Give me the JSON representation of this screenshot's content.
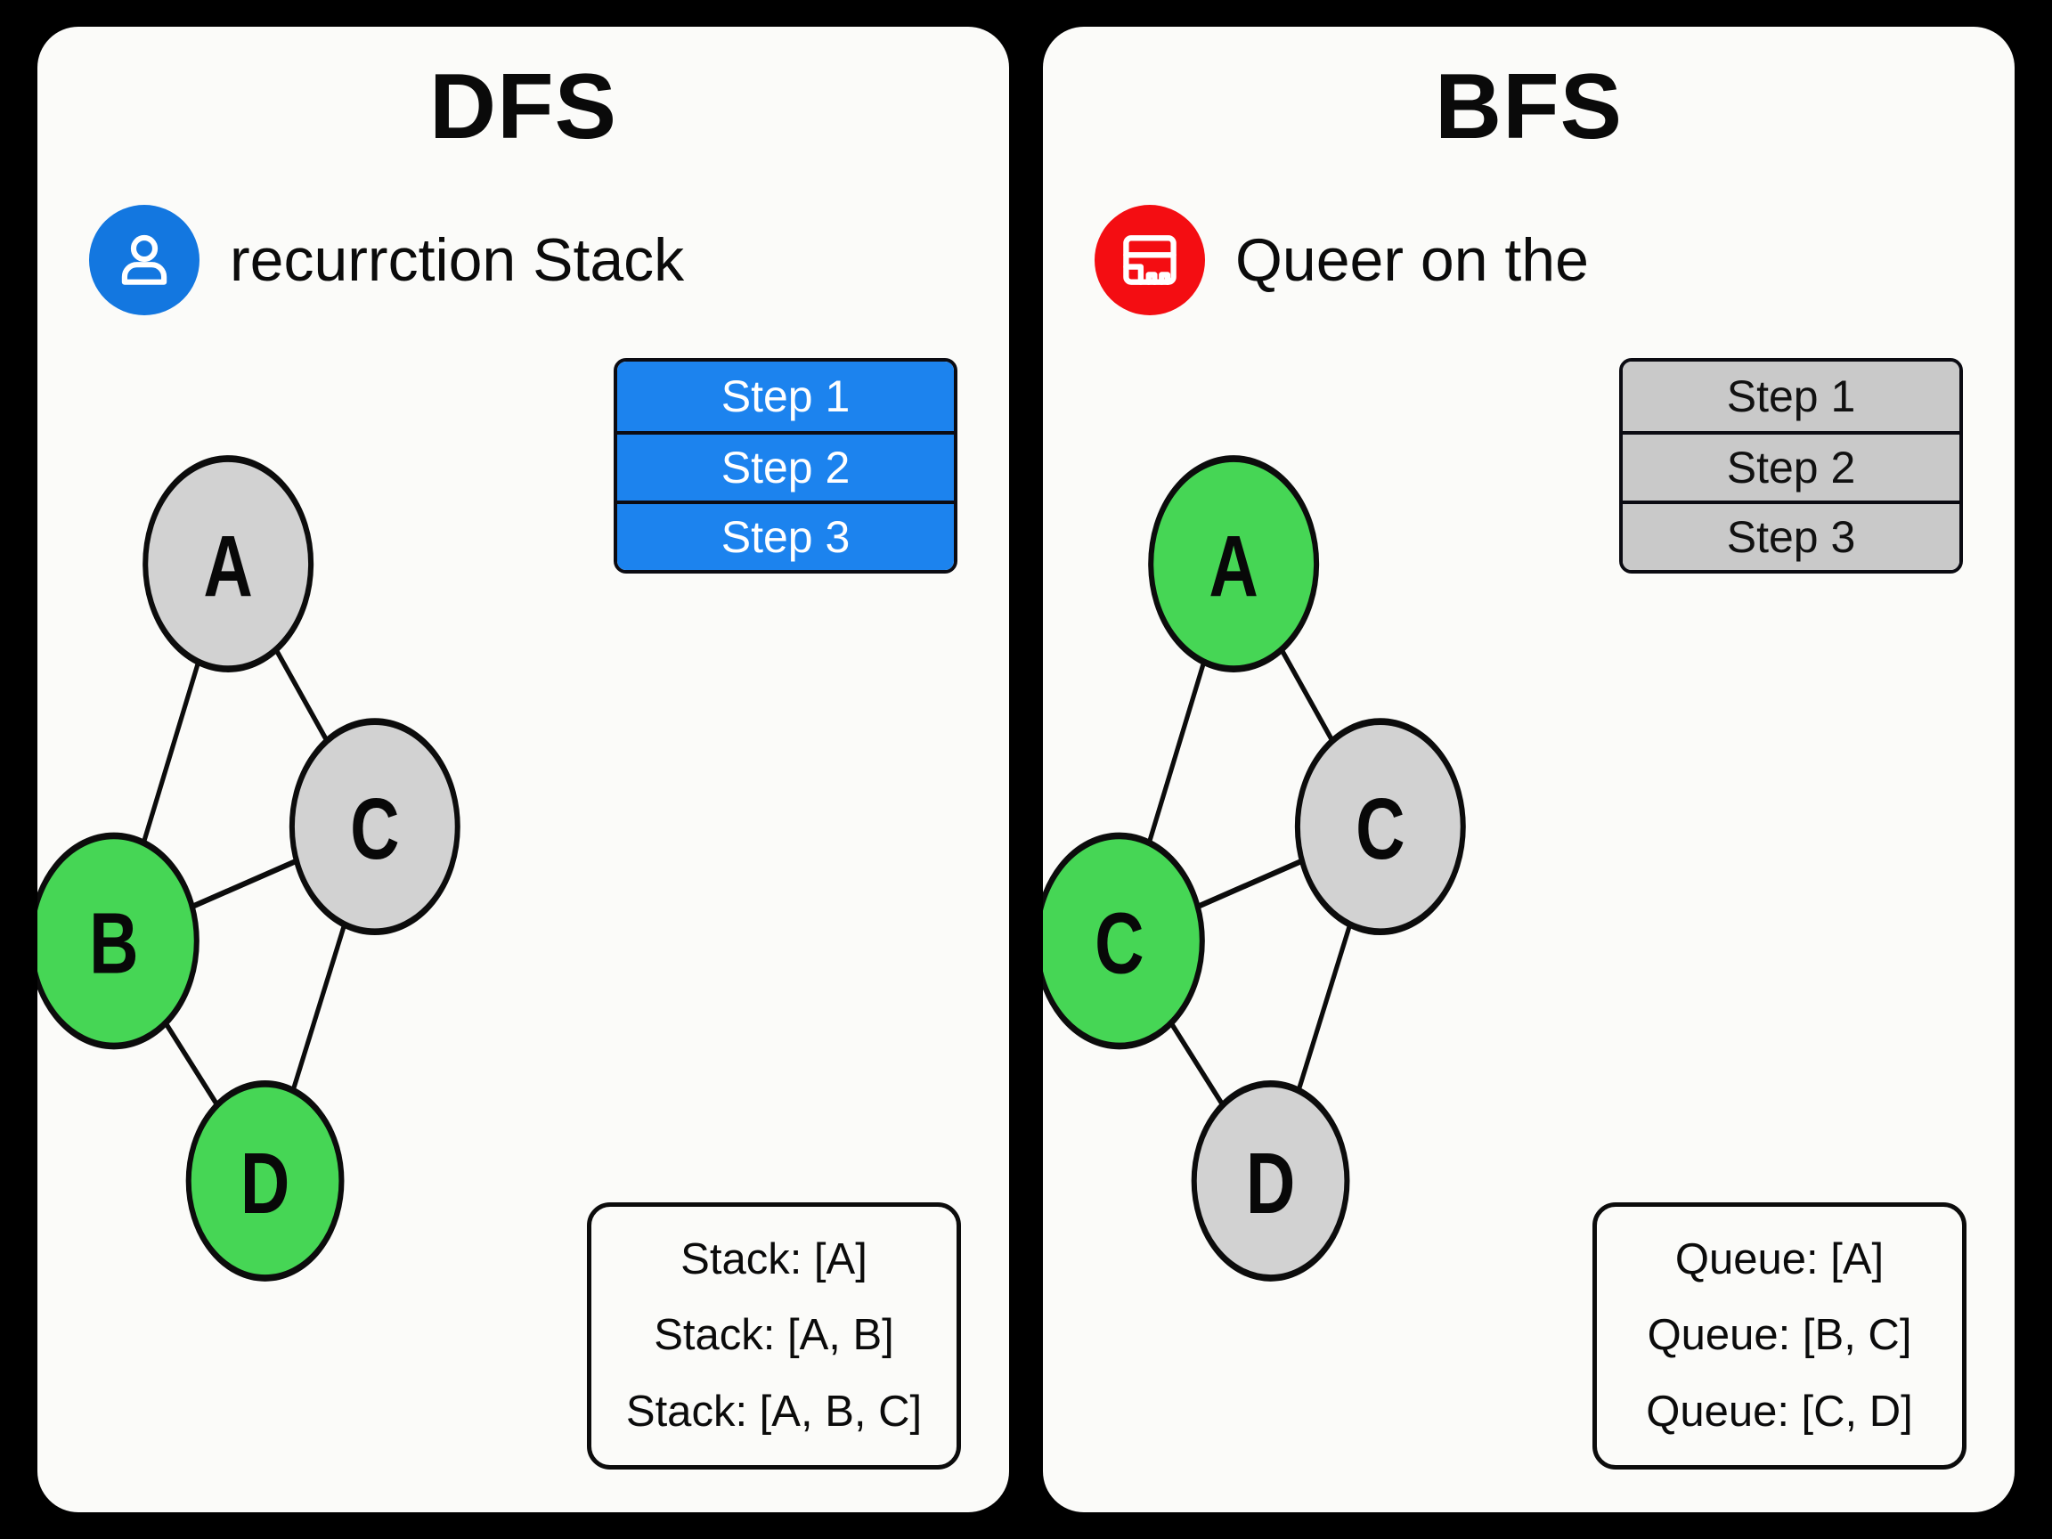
{
  "background_color": "#000000",
  "panels": [
    {
      "key": "dfs",
      "title": "DFS",
      "icon_name": "user-icon",
      "icon_color": "#1377E0",
      "subtitle": "recurrction Stack",
      "steps": {
        "style": "blue",
        "fill_color": "#1C83EE",
        "text_color": "#FFFFFF",
        "rows": [
          "Step 1",
          "Step 2",
          "Step 3"
        ]
      },
      "graph": {
        "nodes": [
          {
            "id": "A",
            "label": "A",
            "state": "unvisited",
            "color": "#D2D2D2"
          },
          {
            "id": "B",
            "label": "B",
            "state": "visited",
            "color": "#46D655"
          },
          {
            "id": "C",
            "label": "C",
            "state": "unvisited",
            "color": "#D2D2D2"
          },
          {
            "id": "D",
            "label": "D",
            "state": "visited",
            "color": "#46D655"
          }
        ],
        "edges": [
          [
            "A",
            "B"
          ],
          [
            "A",
            "C"
          ],
          [
            "B",
            "C"
          ],
          [
            "B",
            "D"
          ],
          [
            "C",
            "D"
          ]
        ]
      },
      "legend": {
        "lines": [
          "Stack: [A]",
          "Stack: [A, B]",
          "Stack: [A, B, C]"
        ]
      }
    },
    {
      "key": "bfs",
      "title": "BFS",
      "icon_name": "storefront-icon",
      "icon_color": "#F40D12",
      "subtitle": "Queer on the",
      "steps": {
        "style": "gray",
        "fill_color": "#C9C9C9",
        "text_color": "#111111",
        "rows": [
          "Step 1",
          "Step 2",
          "Step 3"
        ]
      },
      "graph": {
        "nodes": [
          {
            "id": "A",
            "label": "A",
            "state": "visited",
            "color": "#46D655"
          },
          {
            "id": "B",
            "label": "C",
            "state": "visited",
            "color": "#46D655"
          },
          {
            "id": "C",
            "label": "C",
            "state": "unvisited",
            "color": "#D2D2D2"
          },
          {
            "id": "D",
            "label": "D",
            "state": "unvisited",
            "color": "#D2D2D2"
          }
        ],
        "edges": [
          [
            "A",
            "B"
          ],
          [
            "A",
            "C"
          ],
          [
            "B",
            "C"
          ],
          [
            "B",
            "D"
          ],
          [
            "C",
            "D"
          ]
        ]
      },
      "legend": {
        "lines": [
          "Queue: [A]",
          "Queue: [B, C]",
          "Queue: [C, D]"
        ]
      }
    }
  ]
}
